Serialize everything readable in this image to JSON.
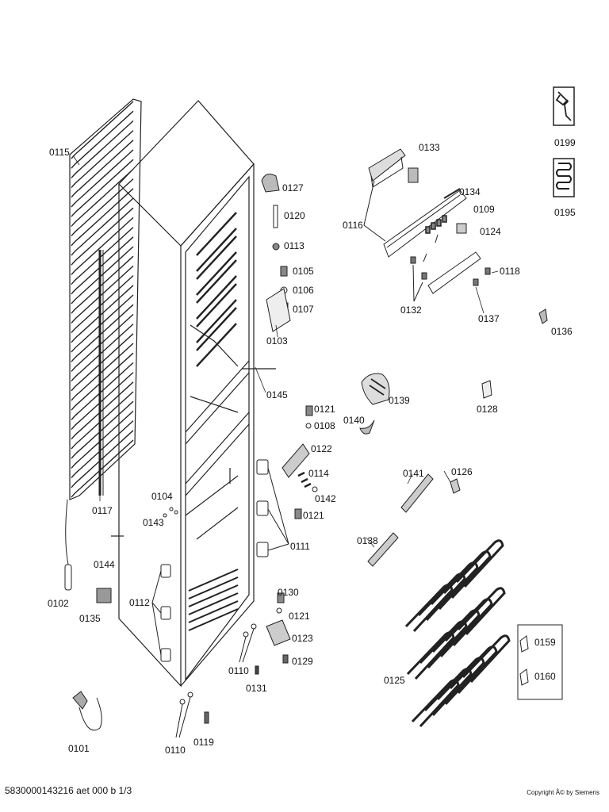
{
  "parts": [
    {
      "id": "p0115",
      "label": "0115"
    },
    {
      "id": "p0117",
      "label": "0117"
    },
    {
      "id": "p0144",
      "label": "0144"
    },
    {
      "id": "p0102",
      "label": "0102"
    },
    {
      "id": "p0135",
      "label": "0135"
    },
    {
      "id": "p0112",
      "label": "0112"
    },
    {
      "id": "p0104",
      "label": "0104"
    },
    {
      "id": "p0143",
      "label": "0143"
    },
    {
      "id": "p0101",
      "label": "0101"
    },
    {
      "id": "p0110a",
      "label": "0110"
    },
    {
      "id": "p0119",
      "label": "0119"
    },
    {
      "id": "p0110b",
      "label": "0110"
    },
    {
      "id": "p0131",
      "label": "0131"
    },
    {
      "id": "p0127",
      "label": "0127"
    },
    {
      "id": "p0120",
      "label": "0120"
    },
    {
      "id": "p0113",
      "label": "0113"
    },
    {
      "id": "p0105",
      "label": "0105"
    },
    {
      "id": "p0106",
      "label": "0106"
    },
    {
      "id": "p0107",
      "label": "0107"
    },
    {
      "id": "p0103",
      "label": "0103"
    },
    {
      "id": "p0145",
      "label": "0145"
    },
    {
      "id": "p0121a",
      "label": "0121"
    },
    {
      "id": "p0108",
      "label": "0108"
    },
    {
      "id": "p0122",
      "label": "0122"
    },
    {
      "id": "p0114",
      "label": "0114"
    },
    {
      "id": "p0142",
      "label": "0142"
    },
    {
      "id": "p0121b",
      "label": "0121"
    },
    {
      "id": "p0111",
      "label": "0111"
    },
    {
      "id": "p0130",
      "label": "0130"
    },
    {
      "id": "p0121c",
      "label": "0121"
    },
    {
      "id": "p0123",
      "label": "0123"
    },
    {
      "id": "p0129",
      "label": "0129"
    },
    {
      "id": "p0133",
      "label": "0133"
    },
    {
      "id": "p0134",
      "label": "0134"
    },
    {
      "id": "p0116",
      "label": "0116"
    },
    {
      "id": "p0109",
      "label": "0109"
    },
    {
      "id": "p0124",
      "label": "0124"
    },
    {
      "id": "p0118",
      "label": "0118"
    },
    {
      "id": "p0132",
      "label": "0132"
    },
    {
      "id": "p0137",
      "label": "0137"
    },
    {
      "id": "p0199",
      "label": "0199"
    },
    {
      "id": "p0195",
      "label": "0195"
    },
    {
      "id": "p0136",
      "label": "0136"
    },
    {
      "id": "p0139",
      "label": "0139"
    },
    {
      "id": "p0140",
      "label": "0140"
    },
    {
      "id": "p0128",
      "label": "0128"
    },
    {
      "id": "p0141",
      "label": "0141"
    },
    {
      "id": "p0126",
      "label": "0126"
    },
    {
      "id": "p0138",
      "label": "0138"
    },
    {
      "id": "p0125",
      "label": "0125"
    },
    {
      "id": "p0159",
      "label": "0159"
    },
    {
      "id": "p0160",
      "label": "0160"
    }
  ],
  "footer": {
    "doc_id": "5830000143216 aet 000 b 1/3",
    "copyright": "Copyright Å© by Siemens"
  },
  "icons": [
    "wrench-icon",
    "coil-icon"
  ]
}
